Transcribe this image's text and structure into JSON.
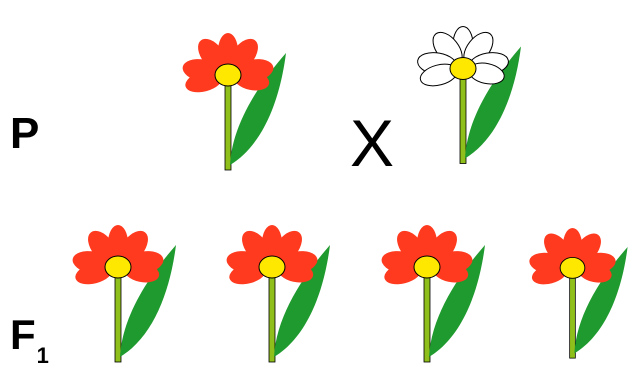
{
  "generation_labels": {
    "parental": "P",
    "filial_letter": "F",
    "filial_number": "1"
  },
  "cross_symbol": "X",
  "colors": {
    "red_petal": "#ff3a1f",
    "white_petal": "#ffffff",
    "center": "#ffe800",
    "stem": "#8fbf1a",
    "leaf": "#1f9a2e",
    "outline": "#000000"
  },
  "parents": [
    {
      "petal_color": "red"
    },
    {
      "petal_color": "white"
    }
  ],
  "offspring": [
    {
      "petal_color": "red"
    },
    {
      "petal_color": "red"
    },
    {
      "petal_color": "red"
    },
    {
      "petal_color": "red"
    }
  ]
}
